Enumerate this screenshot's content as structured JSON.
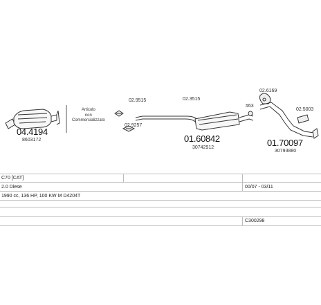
{
  "parts": {
    "p1_number": "04.4194",
    "p1_ref": "8603172",
    "note": [
      "Articolo",
      "non",
      "Commercializzato"
    ],
    "clamp1": "02.9515",
    "clamp2": "02.9257",
    "clamp3": "02.3515",
    "p2_number": "01.60842",
    "p2_ref": "30742912",
    "gasket": "#63",
    "hanger1": "02.6169",
    "hanger2": "02.5003",
    "p3_number": "01.70097",
    "p3_ref": "30793880"
  },
  "table": {
    "model": "C70  [CAT]",
    "engine": "2.0 Diese",
    "years": "00/07 - 03/11",
    "specs": "1990 cc, 136 HP, 100 KW M D4204T",
    "code": "C300298"
  },
  "colors": {
    "outline": "#333333",
    "rule": "#bdbdbd"
  }
}
